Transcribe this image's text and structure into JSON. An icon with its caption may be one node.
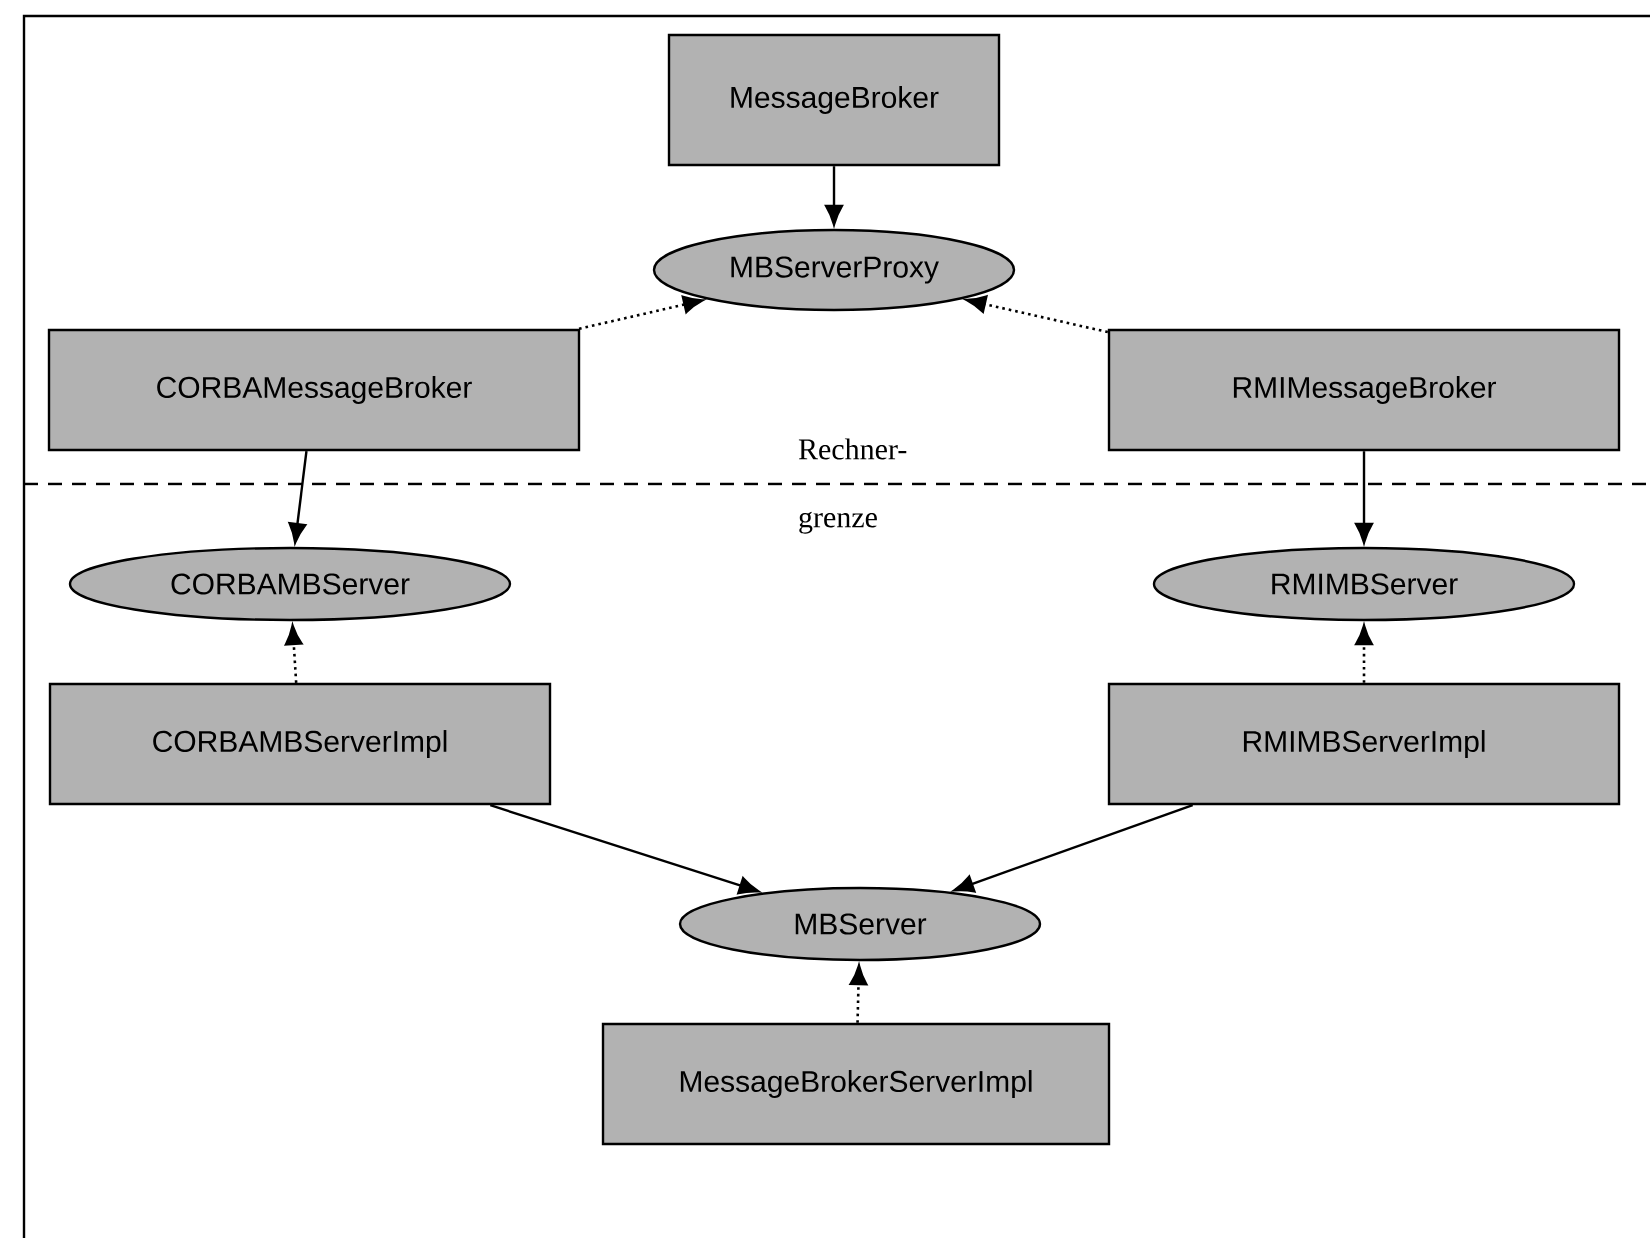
{
  "diagram": {
    "nodes": [
      {
        "text": [
          "MessageBroker"
        ]
      },
      {
        "text": [
          "MBServerProxy"
        ]
      },
      {
        "text": [
          "CORBAMessageBroker"
        ]
      },
      {
        "text": [
          "RMIMessageBroker"
        ]
      },
      {
        "text": [
          "CORBAMBServer"
        ]
      },
      {
        "text": [
          "RMIMBServer"
        ]
      },
      {
        "text": [
          "CORBAMBServerImpl"
        ]
      },
      {
        "text": [
          "RMIMBServerImpl"
        ]
      },
      {
        "text": [
          "MBServer"
        ]
      },
      {
        "text": [
          "MessageBrokerServerImpl"
        ]
      }
    ],
    "edges": [
      {
        "from": 0,
        "to": 1,
        "arrow": "to"
      },
      {
        "from": 2,
        "to": 1,
        "arrow": "to",
        "style": "dashed"
      },
      {
        "from": 3,
        "to": 1,
        "arrow": "to",
        "style": "dashed"
      },
      {
        "from": 2,
        "to": 4,
        "arrow": "to"
      },
      {
        "from": 3,
        "to": 5,
        "arrow": "to"
      },
      {
        "from": 6,
        "to": 4,
        "arrow": "to",
        "style": "dashed"
      },
      {
        "from": 7,
        "to": 5,
        "arrow": "to",
        "style": "dashed"
      },
      {
        "from": 6,
        "to": 8,
        "arrow": "to"
      },
      {
        "from": 7,
        "to": 8,
        "arrow": "to"
      },
      {
        "from": 9,
        "to": 8,
        "arrow": "to",
        "style": "dashed"
      }
    ],
    "labels": [
      "Rechner- grenze"
    ]
  }
}
